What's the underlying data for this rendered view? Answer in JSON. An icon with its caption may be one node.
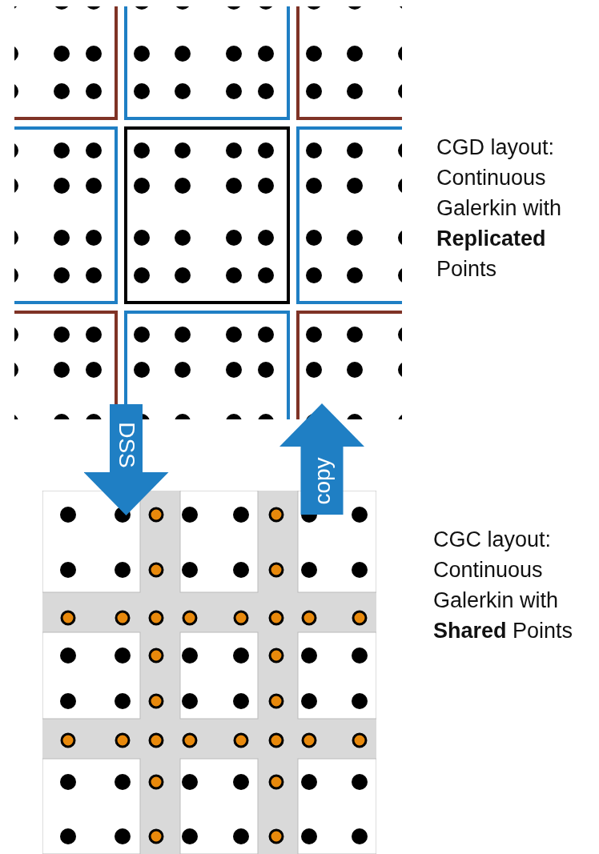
{
  "diagram": {
    "nodes": [
      {
        "text": [],
        "shape": "box",
        "beside": [
          "CGD layout: Continuous Galerkin with **Replicated** Points"
        ]
      },
      {
        "text": [],
        "shape": "box",
        "beside": [
          "CGC layout: Continuous Galerkin with **Shared** Points"
        ]
      }
    ],
    "edges": [
      {
        "from": 0,
        "to": 1,
        "arrow": "to",
        "label": "DSS"
      },
      {
        "from": 1,
        "to": 0,
        "arrow": "to",
        "label": "copy"
      }
    ]
  }
}
